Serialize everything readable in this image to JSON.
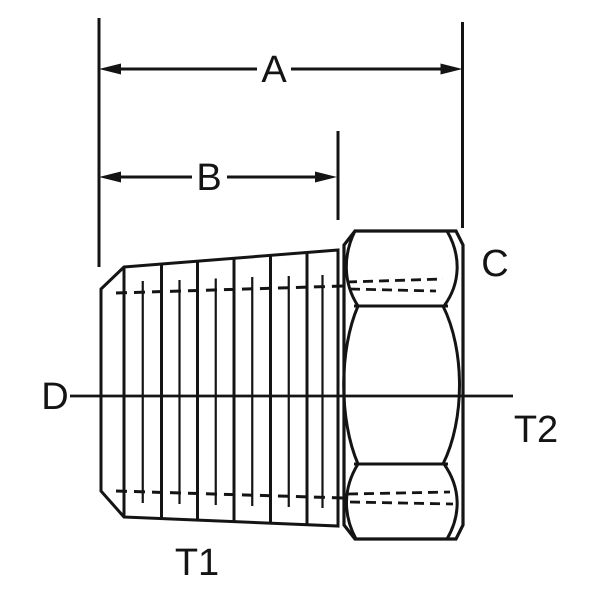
{
  "drawing": {
    "kind": "dimensioned engineering line drawing of a hex reducer bushing pipe fitting",
    "colors": {
      "ink": "#141414",
      "background": "#ffffff"
    },
    "labels": {
      "dim_a": "A",
      "dim_b": "B",
      "c": "C",
      "d": "D",
      "t1": "T1",
      "t2": "T2"
    }
  }
}
